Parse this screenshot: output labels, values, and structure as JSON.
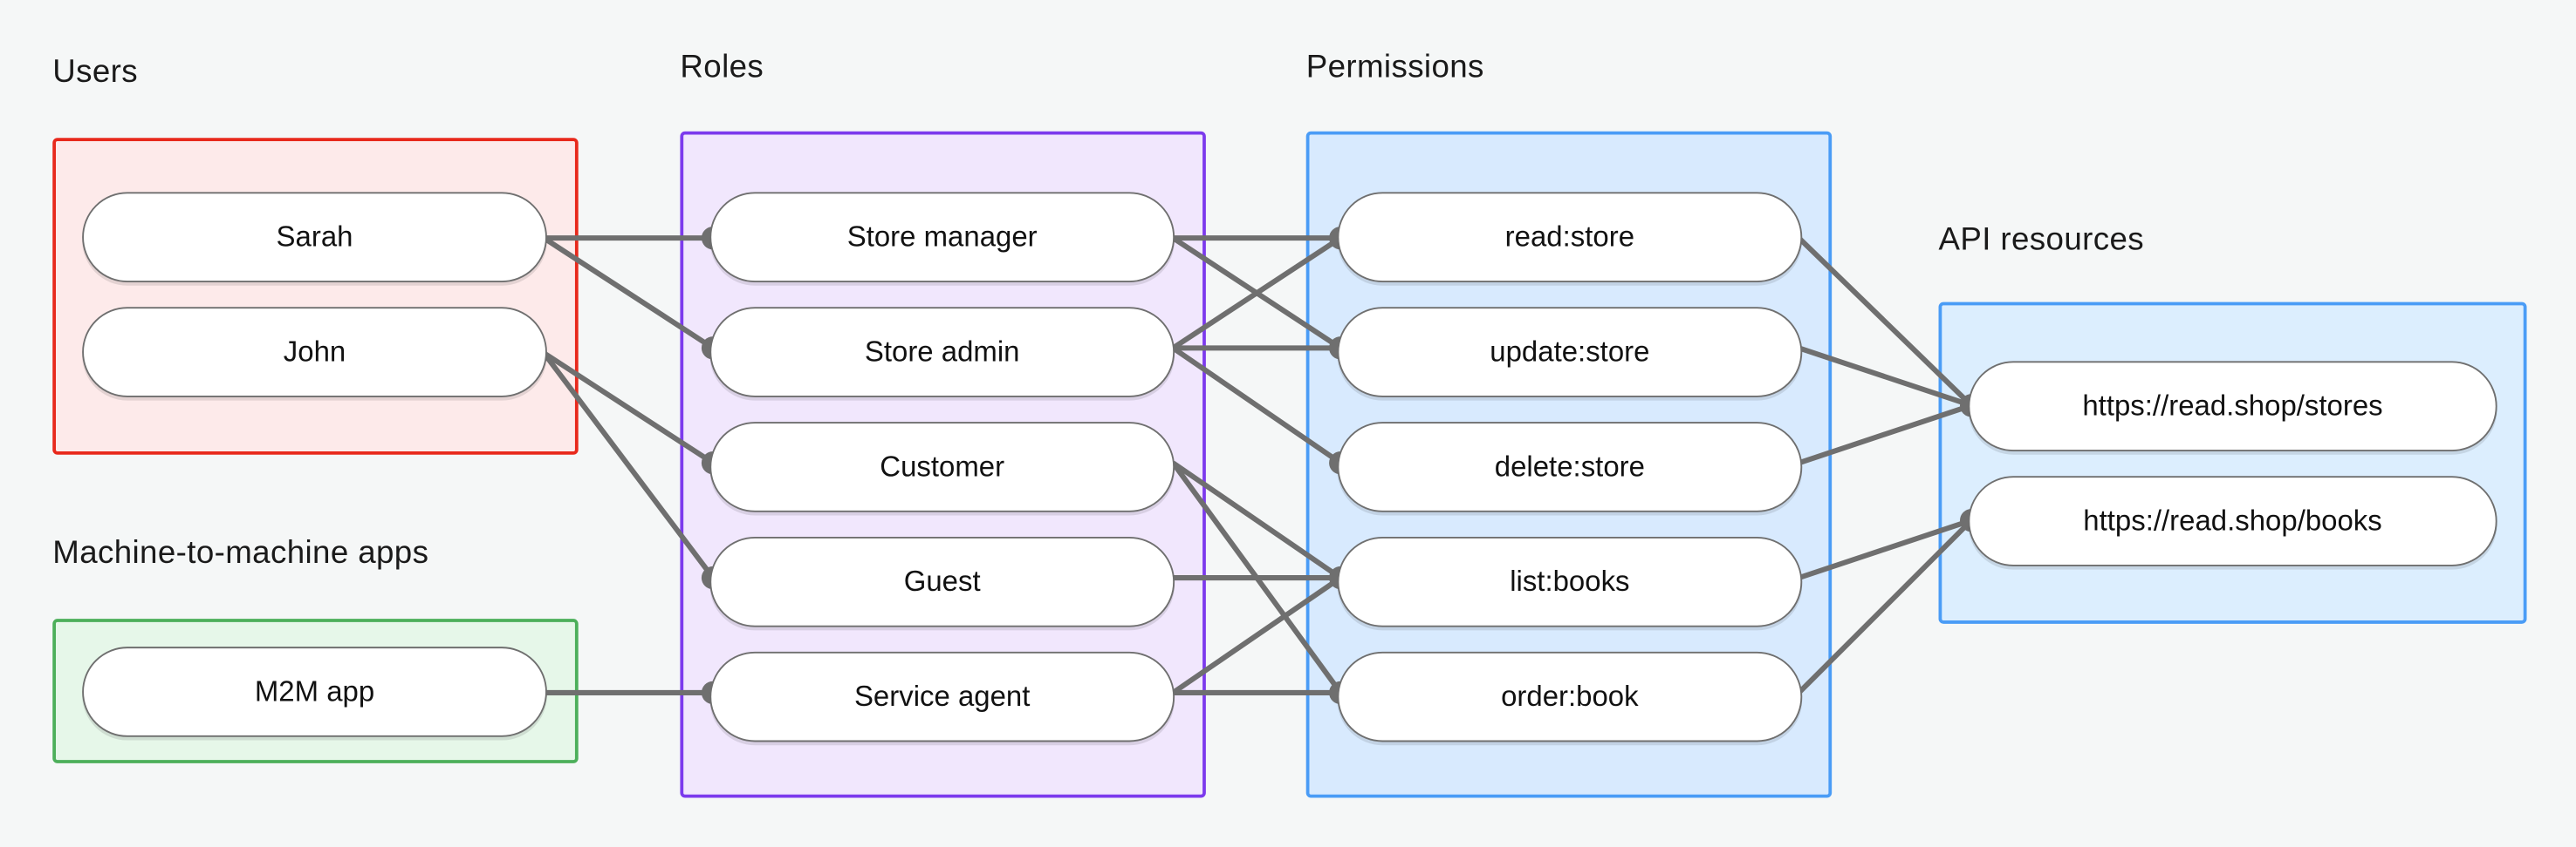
{
  "diagram": {
    "title_font_color": "#1a1a1a",
    "background_color": "#f5f7f7",
    "edge_color": "#6f6f6f"
  },
  "groups": {
    "users": {
      "label": "Users",
      "border_color": "#e8291c",
      "fill_color": "#fdeaea"
    },
    "m2m": {
      "label": "Machine-to-machine apps",
      "border_color": "#4caf5a",
      "fill_color": "#e6f7e9"
    },
    "roles": {
      "label": "Roles",
      "border_color": "#7c3aed",
      "fill_color": "#f1e7fd"
    },
    "permissions": {
      "label": "Permissions",
      "border_color": "#4a9cf6",
      "fill_color": "#d8eafe"
    },
    "api": {
      "label": "API resources",
      "border_color": "#4a9cf6",
      "fill_color": "#dceefe"
    }
  },
  "nodes": {
    "users": [
      {
        "label": "Sarah"
      },
      {
        "label": "John"
      }
    ],
    "m2m": [
      {
        "label": "M2M app"
      }
    ],
    "roles": [
      {
        "label": "Store manager"
      },
      {
        "label": "Store admin"
      },
      {
        "label": "Customer"
      },
      {
        "label": "Guest"
      },
      {
        "label": "Service agent"
      }
    ],
    "permissions": [
      {
        "label": "read:store"
      },
      {
        "label": "update:store"
      },
      {
        "label": "delete:store"
      },
      {
        "label": "list:books"
      },
      {
        "label": "order:book"
      }
    ],
    "api": [
      {
        "label": "https://read.shop/stores"
      },
      {
        "label": "https://read.shop/books"
      }
    ]
  },
  "edges": [
    {
      "from": "Sarah",
      "to": "Store manager"
    },
    {
      "from": "Sarah",
      "to": "Store admin"
    },
    {
      "from": "John",
      "to": "Customer"
    },
    {
      "from": "John",
      "to": "Guest"
    },
    {
      "from": "M2M app",
      "to": "Service agent"
    },
    {
      "from": "Store manager",
      "to": "read:store"
    },
    {
      "from": "Store manager",
      "to": "update:store"
    },
    {
      "from": "Store admin",
      "to": "read:store"
    },
    {
      "from": "Store admin",
      "to": "update:store"
    },
    {
      "from": "Store admin",
      "to": "delete:store"
    },
    {
      "from": "Customer",
      "to": "list:books"
    },
    {
      "from": "Customer",
      "to": "order:book"
    },
    {
      "from": "Guest",
      "to": "list:books"
    },
    {
      "from": "Service agent",
      "to": "list:books"
    },
    {
      "from": "Service agent",
      "to": "order:book"
    },
    {
      "from": "read:store",
      "to": "https://read.shop/stores"
    },
    {
      "from": "update:store",
      "to": "https://read.shop/stores"
    },
    {
      "from": "delete:store",
      "to": "https://read.shop/stores"
    },
    {
      "from": "list:books",
      "to": "https://read.shop/books"
    },
    {
      "from": "order:book",
      "to": "https://read.shop/books"
    }
  ]
}
